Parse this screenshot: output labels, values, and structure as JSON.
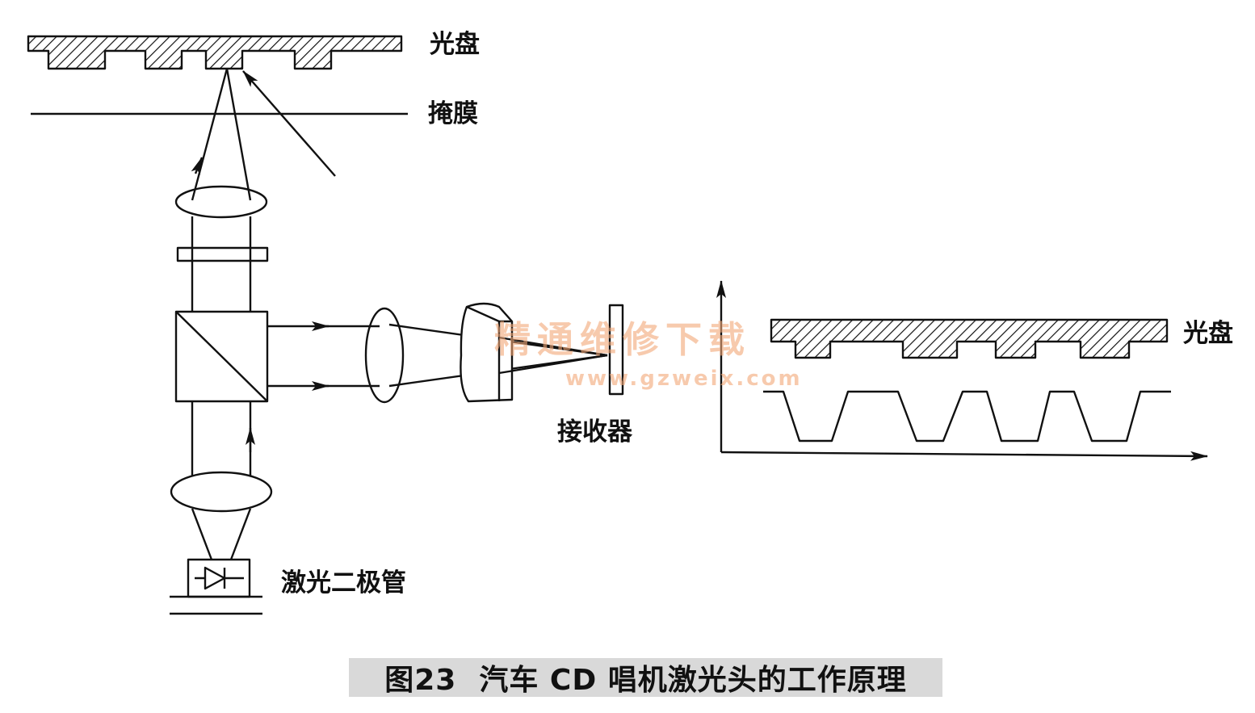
{
  "labels": {
    "disc_top": "光盘",
    "mask": "掩膜",
    "receiver": "接收器",
    "laser_diode": "激光二极管",
    "disc_right": "光盘"
  },
  "caption": {
    "figure_number": "图23",
    "title": "汽车 CD 唱机激光头的工作原理"
  },
  "watermark": {
    "name": "精通维修下载",
    "url": "www.gzweix.com"
  },
  "colors": {
    "line": "#111111",
    "watermark": "#f2a877",
    "caption_bg": "#d9d9d9"
  }
}
